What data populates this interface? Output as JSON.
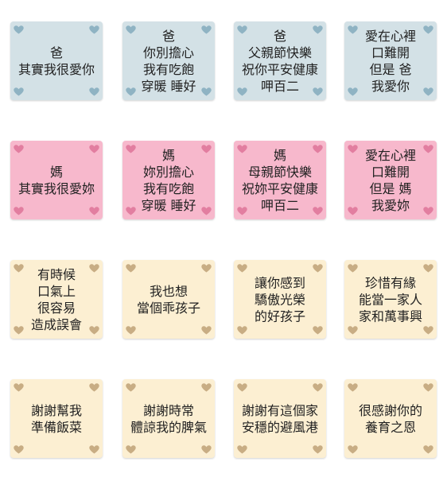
{
  "themes": {
    "blue": {
      "bg": "#d3e1e6",
      "heart": "#8fb3c3"
    },
    "pink": {
      "bg": "#f7b8cc",
      "heart": "#e27ea0"
    },
    "cream": {
      "bg": "#fcefd2",
      "heart": "#c8ad84"
    }
  },
  "rows": [
    {
      "theme": "blue",
      "cards": [
        {
          "lines": [
            "爸",
            "其實我很愛你"
          ]
        },
        {
          "lines": [
            "爸",
            "你別擔心",
            "我有吃飽",
            "穿暖  睡好"
          ]
        },
        {
          "lines": [
            "爸",
            "父親節快樂",
            "祝你平安健康",
            "呷百二"
          ]
        },
        {
          "lines": [
            "愛在心裡",
            "口難開",
            "但是  爸",
            "我愛你"
          ]
        }
      ]
    },
    {
      "theme": "pink",
      "cards": [
        {
          "lines": [
            "媽",
            "其實我很愛妳"
          ]
        },
        {
          "lines": [
            "媽",
            "妳別擔心",
            "我有吃飽",
            "穿暖  睡好"
          ]
        },
        {
          "lines": [
            "媽",
            "母親節快樂",
            "祝妳平安健康",
            "呷百二"
          ]
        },
        {
          "lines": [
            "愛在心裡",
            "口難開",
            "但是  媽",
            "我愛妳"
          ]
        }
      ]
    },
    {
      "theme": "cream",
      "cards": [
        {
          "lines": [
            "有時候",
            "口氣上",
            "很容易",
            "造成誤會"
          ]
        },
        {
          "lines": [
            "我也想",
            "當個乖孩子"
          ]
        },
        {
          "lines": [
            "讓你感到",
            "驕傲光榮",
            "的好孩子"
          ]
        },
        {
          "lines": [
            "珍惜有緣",
            "能當一家人",
            "家和萬事興"
          ]
        }
      ]
    },
    {
      "theme": "cream",
      "cards": [
        {
          "lines": [
            "謝謝幫我",
            "準備飯菜"
          ]
        },
        {
          "lines": [
            "謝謝時常",
            "體諒我的脾氣"
          ]
        },
        {
          "lines": [
            "謝謝有這個家",
            "安穩的避風港"
          ]
        },
        {
          "lines": [
            "很感謝你的",
            "養育之恩"
          ]
        }
      ]
    }
  ],
  "icons": {
    "corner": "heart-icon"
  }
}
